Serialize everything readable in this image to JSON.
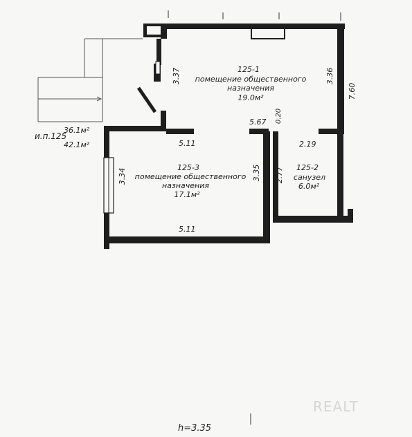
{
  "plan": {
    "unit_label": "и.п.125",
    "area_main": "36.1м²",
    "area_total": "42.1м²",
    "rooms": [
      {
        "id": "125-1",
        "name_line1": "помещение общественного",
        "name_line2": "назначения",
        "area": "19.0м²"
      },
      {
        "id": "125-2",
        "name_line1": "санузел",
        "area": "6.0м²"
      },
      {
        "id": "125-3",
        "name_line1": "помещение общественного",
        "name_line2": "назначения",
        "area": "17.1м²"
      }
    ],
    "dimensions": {
      "d_337": "3.37",
      "d_336": "3.36",
      "d_760": "7.60",
      "d_511_top": "5.11",
      "d_567": "5.67",
      "d_020": "0.20",
      "d_219": "2.19",
      "d_334": "3.34",
      "d_335": "3.35",
      "d_277": "2.77",
      "d_511_bottom": "5.11"
    },
    "height": "h=3.35"
  },
  "watermark": "REALT"
}
